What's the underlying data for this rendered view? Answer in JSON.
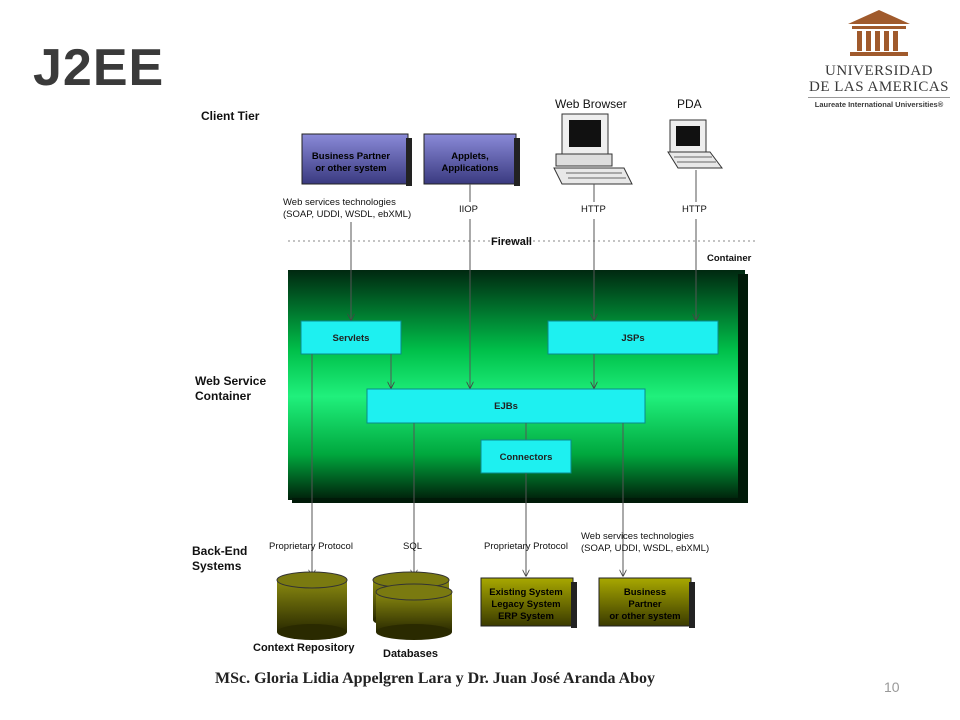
{
  "slide": {
    "title": "J2EE",
    "footer": "MSc. Gloria Lidia Appelgren Lara y Dr. Juan José Aranda Aboy",
    "page_number": "10"
  },
  "logo": {
    "line1": "UNIVERSIDAD",
    "line2": "DE LAS AMERICAS",
    "line3": "Laureate International Universities®",
    "icon": "building-columns-icon"
  },
  "diagram": {
    "tiers": {
      "client": "Client Tier",
      "web_service_line1": "Web Service",
      "web_service_line2": "Container",
      "backend_line1": "Back-End",
      "backend_line2": "Systems"
    },
    "clients": {
      "business_partner_line1": "Business Partner",
      "business_partner_line2": "or other system",
      "applets_line1": "Applets,",
      "applets_line2": "Applications",
      "web_browser": "Web Browser",
      "pda": "PDA"
    },
    "protocols": {
      "ws_line1": "Web services technologies",
      "ws_line2": "(SOAP, UDDI, WSDL, ebXML)",
      "iiop": "IIOP",
      "http_browser": "HTTP",
      "http_pda": "HTTP"
    },
    "firewall": "Firewall",
    "container_label": "Container",
    "components": {
      "servlets": "Servlets",
      "jsps": "JSPs",
      "ejbs": "EJBs",
      "connectors": "Connectors"
    },
    "backend_protocols": {
      "proprietary_1": "Proprietary Protocol",
      "sql": "SQL",
      "proprietary_2": "Proprietary Protocol",
      "ws_line1": "Web services technologies",
      "ws_line2": "(SOAP, UDDI, WSDL, ebXML)"
    },
    "backend": {
      "context_repository": "Context Repository",
      "databases": "Databases",
      "existing_line1": "Existing System",
      "existing_line2": "Legacy System",
      "existing_line3": "ERP System",
      "partner_line1": "Business",
      "partner_line2": "Partner",
      "partner_line3": "or other system"
    },
    "colors": {
      "container_gradient": [
        "#001a0a",
        "#00b845",
        "#1ef07a"
      ],
      "component_fill": "#1ef0f0",
      "client_box": "#5a5aa8",
      "backend_box": "#6b6b00",
      "cylinder": "#5a5a00"
    }
  }
}
